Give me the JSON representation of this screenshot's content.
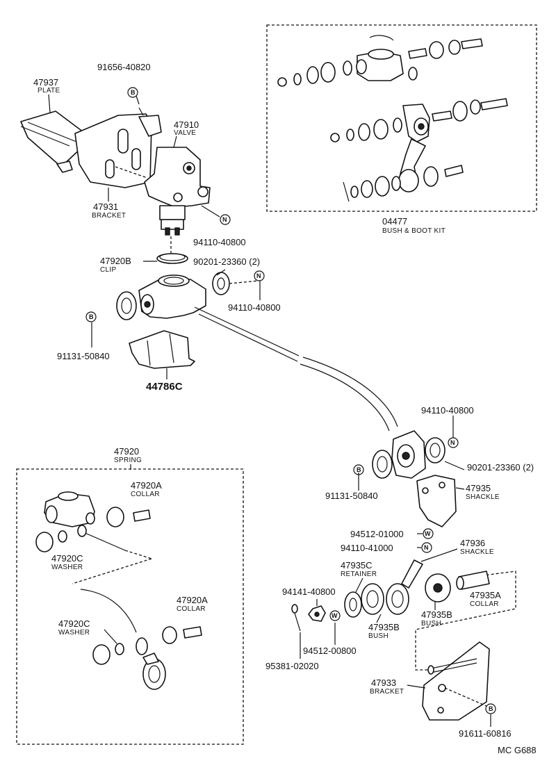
{
  "parts": {
    "p47937": {
      "number": "47937",
      "caption": "PLATE"
    },
    "p91656": {
      "number": "91656-40820",
      "symbol": "B"
    },
    "p47910": {
      "number": "47910",
      "caption": "VALVE"
    },
    "p47931": {
      "number": "47931",
      "caption": "BRACKET"
    },
    "p94110_a": {
      "number": "94110-40800",
      "symbol": "N"
    },
    "p47920B": {
      "number": "47920B",
      "caption": "CLIP"
    },
    "p90201_a": {
      "number": "90201-23360 (2)"
    },
    "p94110_b": {
      "number": "94110-40800",
      "symbol": "N"
    },
    "p91131_a": {
      "number": "91131-50840",
      "symbol": "B"
    },
    "p44786C": {
      "number": "44786C"
    },
    "p04477": {
      "number": "04477",
      "caption": "BUSH & BOOT KIT"
    },
    "p94110_c": {
      "number": "94110-40800",
      "symbol": "N"
    },
    "p90201_b": {
      "number": "90201-23360 (2)"
    },
    "p91131_b": {
      "number": "91131-50840",
      "symbol": "B"
    },
    "p47935": {
      "number": "47935",
      "caption": "SHACKLE"
    },
    "p94512_a": {
      "number": "94512-01000",
      "symbol": "W"
    },
    "p94110_d": {
      "number": "94110-41000",
      "symbol": "N"
    },
    "p47936": {
      "number": "47936",
      "caption": "SHACKLE"
    },
    "p47935C": {
      "number": "47935C",
      "caption": "RETAINER"
    },
    "p94141": {
      "number": "94141-40800"
    },
    "p47935B_a": {
      "number": "47935B",
      "caption": "BUSH"
    },
    "p47935B_b": {
      "number": "47935B",
      "caption": "BUSH"
    },
    "p47935A": {
      "number": "47935A",
      "caption": "COLLAR"
    },
    "p94512_b": {
      "number": "94512-00800",
      "symbol": "W"
    },
    "p95381": {
      "number": "95381-02020"
    },
    "p47933": {
      "number": "47933",
      "caption": "BRACKET"
    },
    "p91611": {
      "number": "91611-60816",
      "symbol": "B"
    },
    "p47920": {
      "number": "47920",
      "caption": "SPRING"
    },
    "p47920A_a": {
      "number": "47920A",
      "caption": "COLLAR"
    },
    "p47920C_a": {
      "number": "47920C",
      "caption": "WASHER"
    },
    "p47920A_b": {
      "number": "47920A",
      "caption": "COLLAR"
    },
    "p47920C_b": {
      "number": "47920C",
      "caption": "WASHER"
    }
  },
  "footer": {
    "code": "MC G688"
  }
}
